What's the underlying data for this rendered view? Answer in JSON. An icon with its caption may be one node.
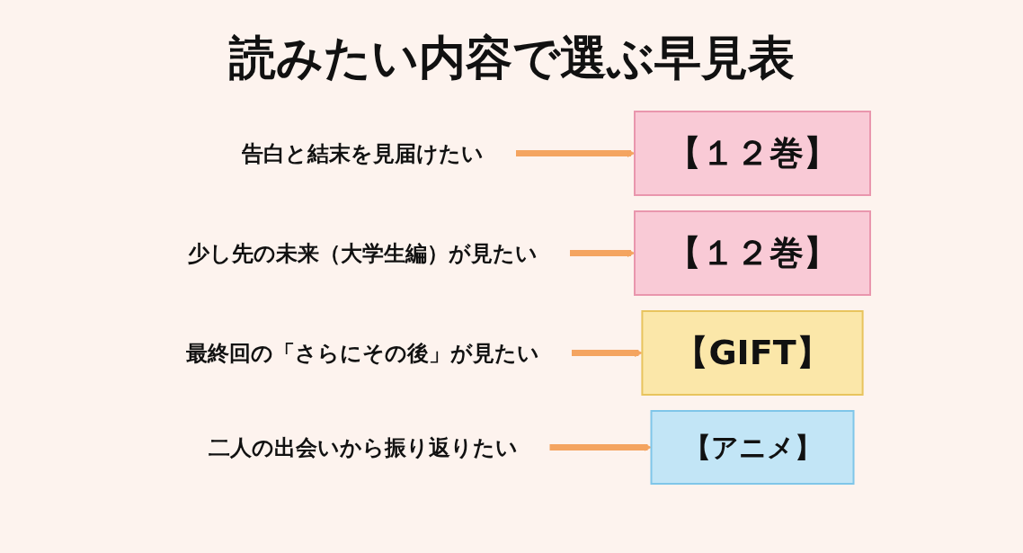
{
  "diagram": {
    "title": "読みたい内容で選ぶ早見表",
    "nodes": [
      {
        "text": [
          "告白と結末を見届けたい"
        ]
      },
      {
        "text": [
          "【１２巻】"
        ]
      },
      {
        "text": [
          "少し先の未来（大学生編）が見たい"
        ]
      },
      {
        "text": [
          "【１２巻】"
        ]
      },
      {
        "text": [
          "最終回の「さらにその後」が見たい"
        ]
      },
      {
        "text": [
          "【GIFT】"
        ]
      },
      {
        "text": [
          "二人の出会いから振り返りたい"
        ]
      },
      {
        "text": [
          "【アニメ】"
        ]
      }
    ],
    "edges": [
      {
        "from": 0,
        "to": 1,
        "arrow": "to"
      },
      {
        "from": 2,
        "to": 3,
        "arrow": "to"
      },
      {
        "from": 4,
        "to": 5,
        "arrow": "to"
      },
      {
        "from": 6,
        "to": 7,
        "arrow": "to"
      }
    ]
  }
}
